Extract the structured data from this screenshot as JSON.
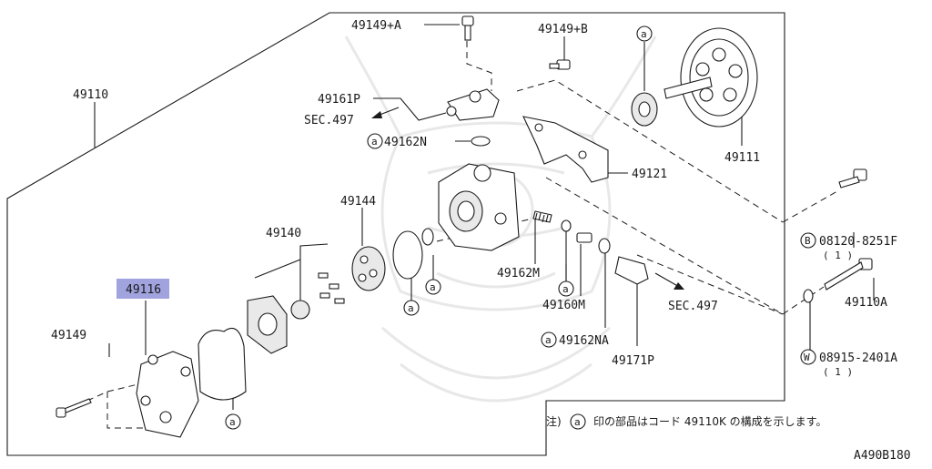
{
  "diagram": {
    "callouts": {
      "p49110": "49110",
      "p49149a": "49149+A",
      "p49149b": "49149+B",
      "p49161p": "49161P",
      "sec497a": "SEC.497",
      "p49162n": "49162N",
      "p49111": "49111",
      "p49121": "49121",
      "p49144": "49144",
      "p49140": "49140",
      "p49116": "49116",
      "p49149": "49149",
      "p49162m": "49162M",
      "p49160m": "49160M",
      "sec497b": "SEC.497",
      "p49162na": "49162NA",
      "p49171p": "49171P",
      "b08120": "08120-8251F",
      "b08120qty": "( 1 )",
      "p49110a": "49110A",
      "w08915": "08915-2401A",
      "w08915qty": "( 1 )"
    },
    "markers": {
      "a": "a",
      "b": "B",
      "w": "W"
    },
    "note_prefix": "注)",
    "note_text": "印の部品はコード 49110K の構成を示します。",
    "figure_code": "A490B180",
    "highlight_color": "#8f93d8"
  }
}
